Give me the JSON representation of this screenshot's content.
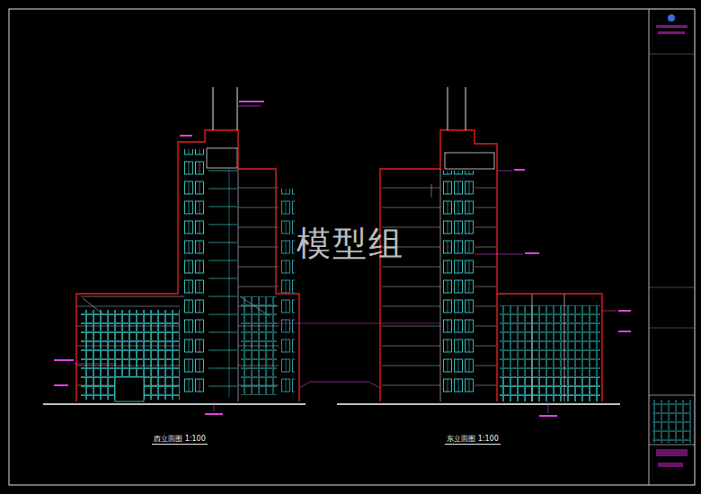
{
  "diagram": {
    "labels": [
      "模型组",
      "西立面图 1:100",
      "东立面图 1:100"
    ]
  }
}
